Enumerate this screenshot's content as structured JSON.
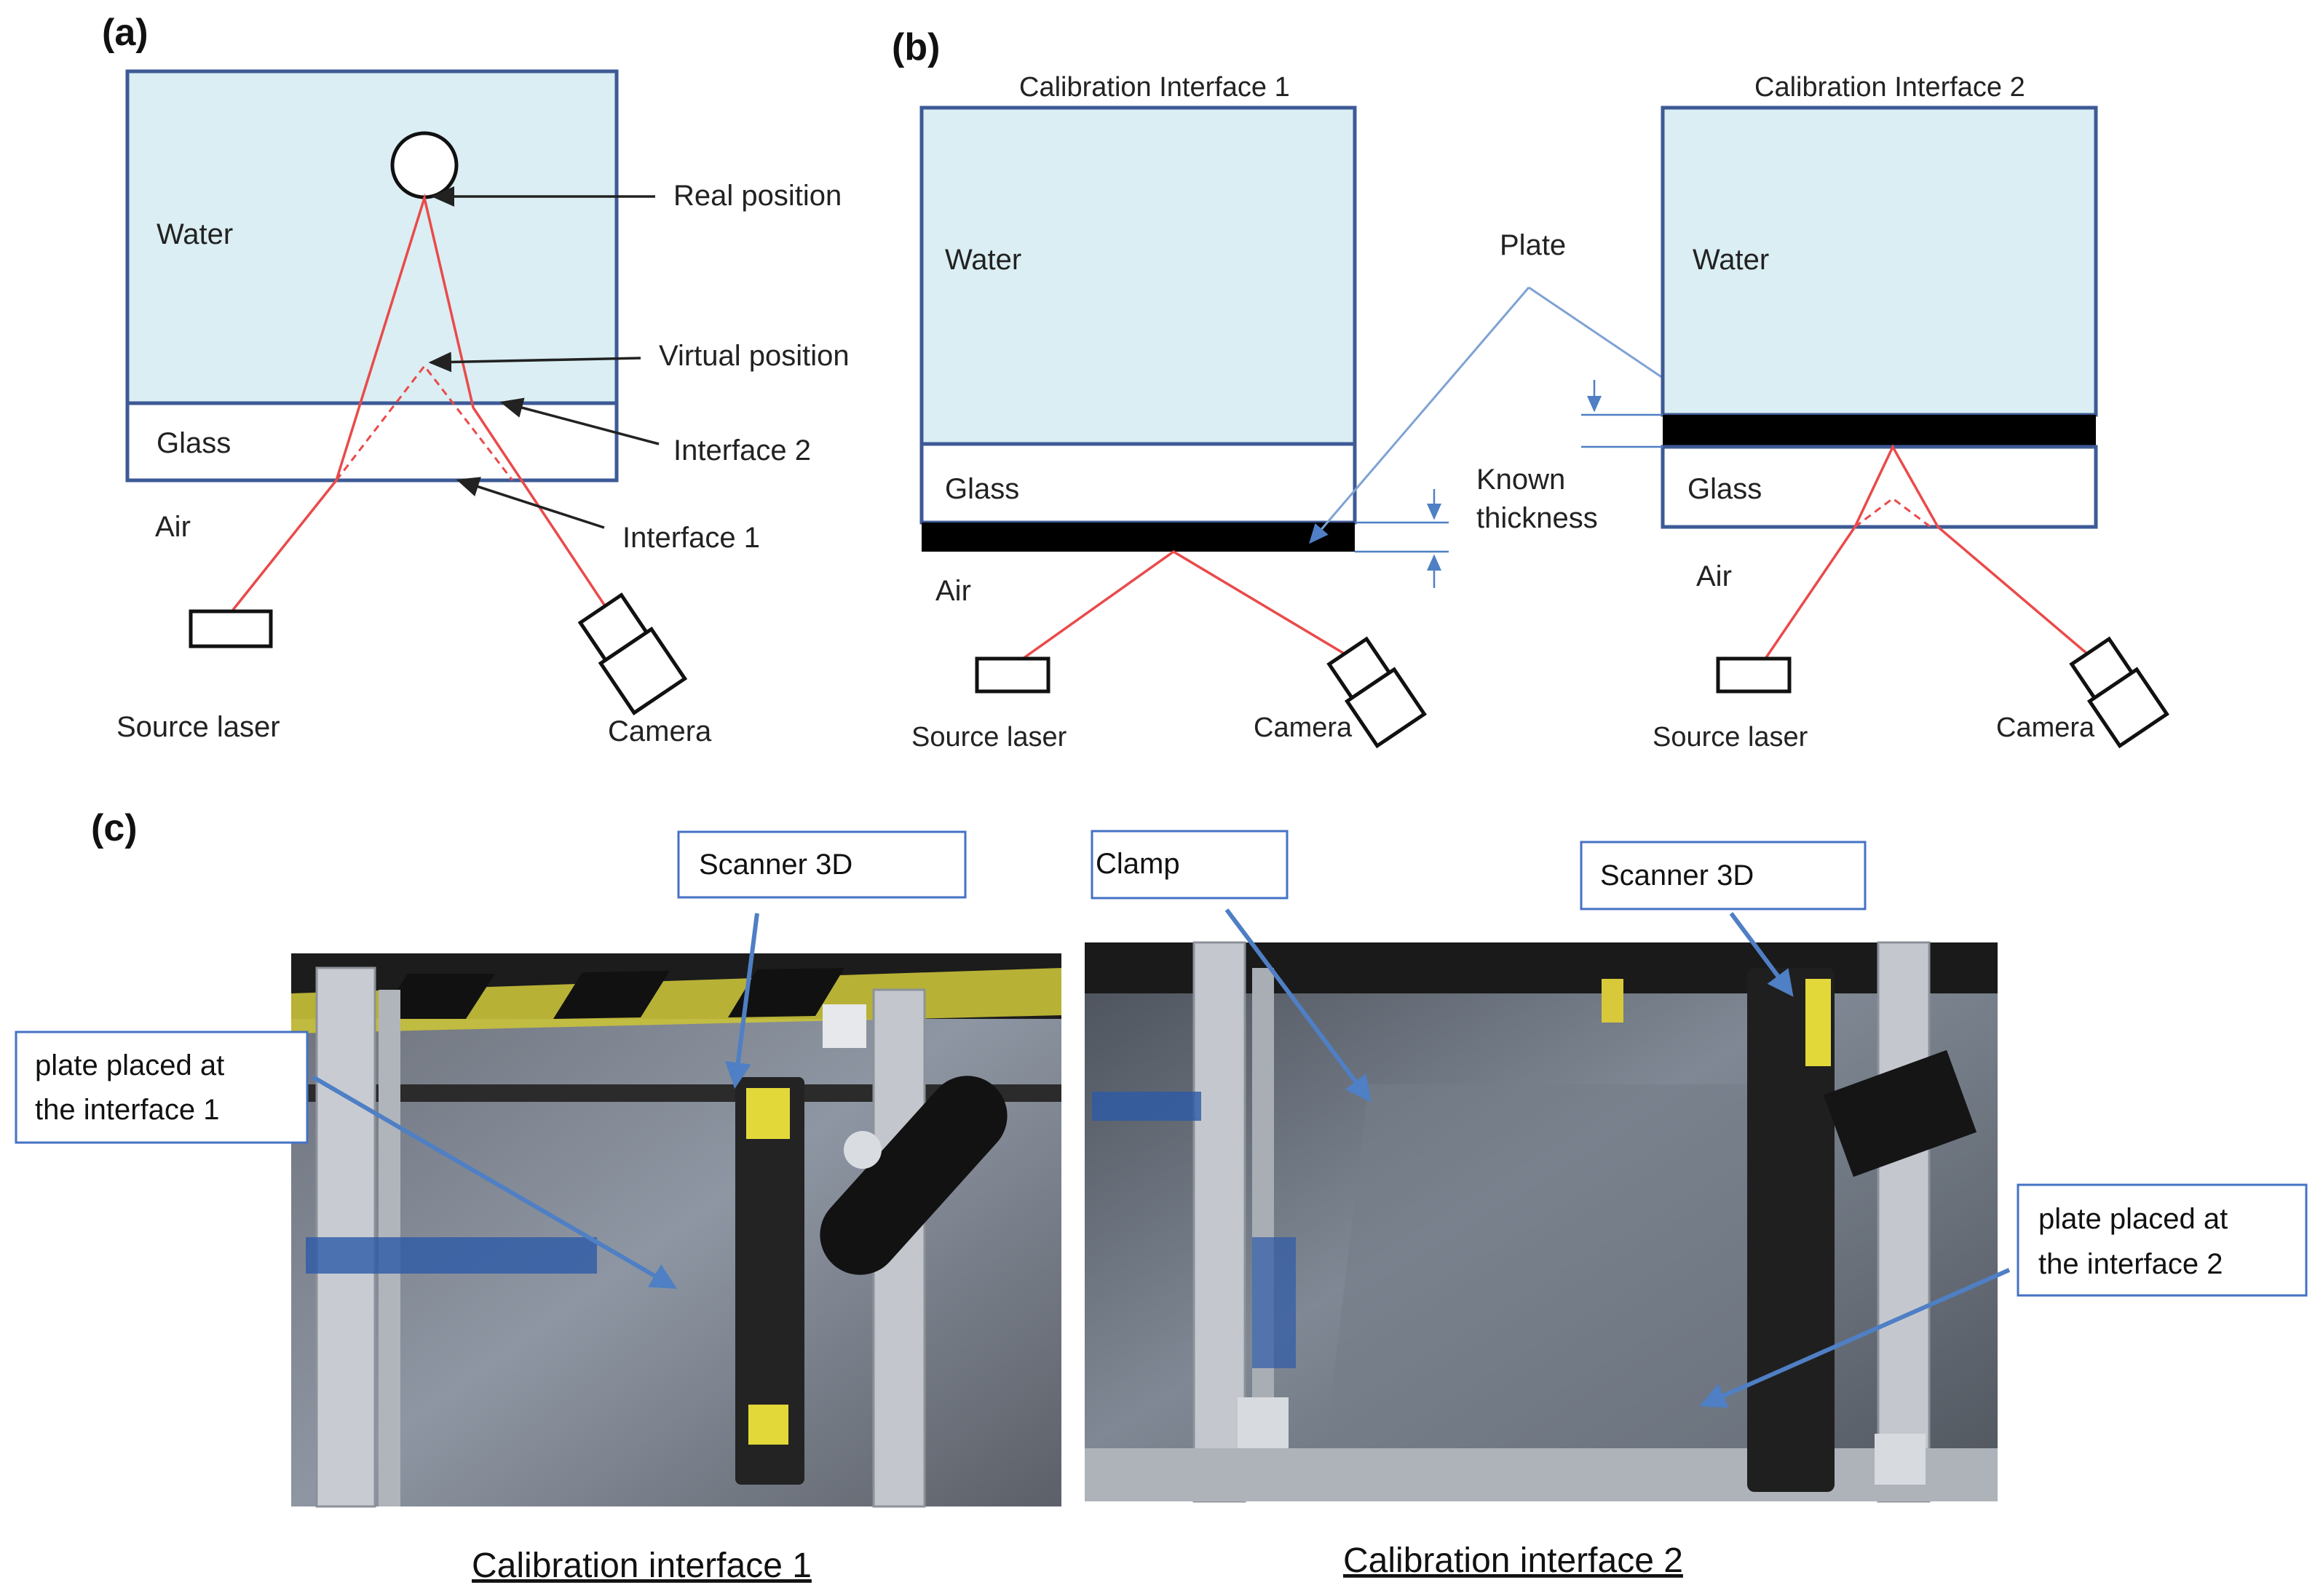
{
  "panel_a": {
    "letter": "(a)",
    "water": "Water",
    "glass": "Glass",
    "air": "Air",
    "real_position": "Real position",
    "virtual_position": "Virtual position",
    "interface2": "Interface 2",
    "interface1": "Interface 1",
    "source_laser": "Source laser",
    "camera": "Camera"
  },
  "panel_b": {
    "letter": "(b)",
    "cal1_title": "Calibration Interface 1",
    "cal2_title": "Calibration Interface 2",
    "water_left": "Water",
    "water_right": "Water",
    "glass_left": "Glass",
    "glass_right": "Glass",
    "air_left": "Air",
    "air_right": "Air",
    "plate": "Plate",
    "known_line1": "Known",
    "known_line2": "thickness",
    "source_left": "Source laser",
    "source_right": "Source laser",
    "camera_left": "Camera",
    "camera_right": "Camera"
  },
  "panel_c": {
    "letter": "(c)",
    "scanner_left": "Scanner 3D",
    "scanner_right": "Scanner 3D",
    "clamp": "Clamp",
    "plate1_line1": "plate placed at",
    "plate1_line2": "the interface 1",
    "plate2_line1": "plate placed at",
    "plate2_line2": "the interface 2",
    "caption_left": "Calibration interface 1",
    "caption_right": "Calibration interface 2"
  }
}
